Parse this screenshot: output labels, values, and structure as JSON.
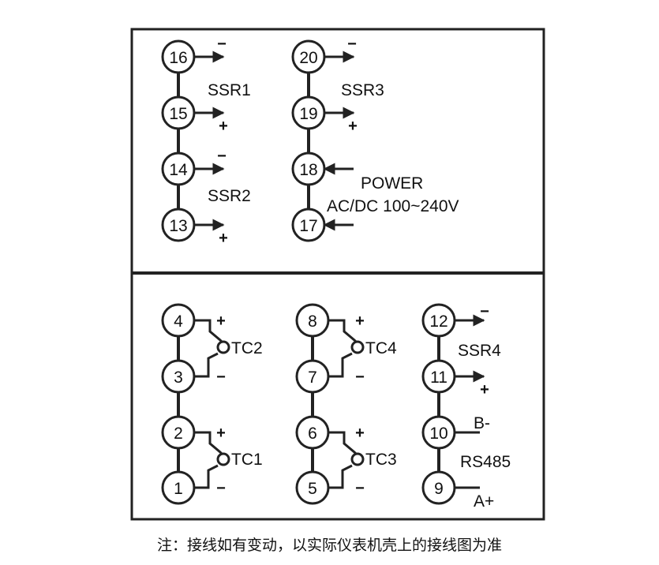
{
  "terminals": {
    "t1": "1",
    "t2": "2",
    "t3": "3",
    "t4": "4",
    "t5": "5",
    "t6": "6",
    "t7": "7",
    "t8": "8",
    "t9": "9",
    "t10": "10",
    "t11": "11",
    "t12": "12",
    "t13": "13",
    "t14": "14",
    "t15": "15",
    "t16": "16",
    "t17": "17",
    "t18": "18",
    "t19": "19",
    "t20": "20"
  },
  "labels": {
    "ssr1": "SSR1",
    "ssr2": "SSR2",
    "ssr3": "SSR3",
    "ssr4": "SSR4",
    "power": "POWER",
    "power_range": "AC/DC 100~240V",
    "tc1": "TC1",
    "tc2": "TC2",
    "tc3": "TC3",
    "tc4": "TC4",
    "rs485": "RS485",
    "b_minus": "B-",
    "a_plus": "A+",
    "plus": "+",
    "minus": "−"
  },
  "note": "注：接线如有变动，以实际仪表机壳上的接线图为准"
}
